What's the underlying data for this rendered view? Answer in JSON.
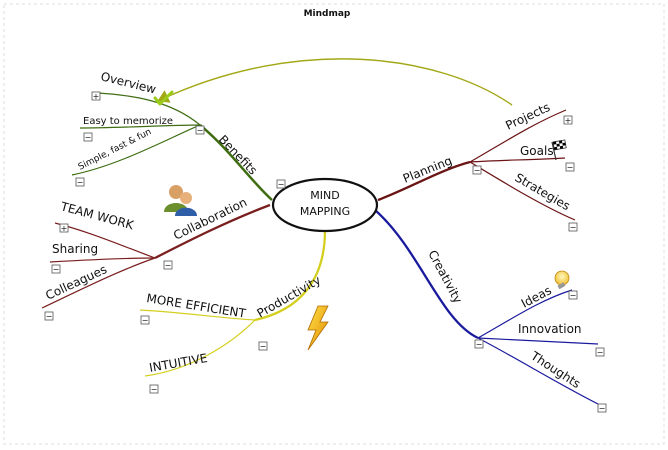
{
  "title": "Mindmap",
  "central": {
    "line1": "MIND",
    "line2": "MAPPING",
    "toggle": "−"
  },
  "branches": {
    "benefits": {
      "label": "Benefits",
      "color": "#3f6e12",
      "toggle": "−",
      "children": [
        {
          "label": "Overview",
          "toggle": "+"
        },
        {
          "label": "Easy to memorize",
          "toggle": "−"
        },
        {
          "label": "Simple, fast & fun",
          "toggle": "−"
        }
      ]
    },
    "collaboration": {
      "label": "Collaboration",
      "color": "#7a1e1e",
      "toggle": "−",
      "children": [
        {
          "label": "TEAM WORK",
          "toggle": "+"
        },
        {
          "label": "Sharing",
          "toggle": "−"
        },
        {
          "label": "Colleagues",
          "toggle": "−"
        }
      ]
    },
    "productivity": {
      "label": "Productivity",
      "color": "#d4cf1e",
      "toggle": "−",
      "children": [
        {
          "label": "MORE EFFICIENT",
          "toggle": "−"
        },
        {
          "label": "INTUITIVE",
          "toggle": "−"
        }
      ]
    },
    "planning": {
      "label": "Planning",
      "color": "#6b1414",
      "toggle": "−",
      "children": [
        {
          "label": "Projects",
          "toggle": "+"
        },
        {
          "label": "Goals",
          "toggle": "−"
        },
        {
          "label": "Strategies",
          "toggle": "−"
        }
      ]
    },
    "creativity": {
      "label": "Creativity",
      "color": "#1a1a9e",
      "toggle": "−",
      "children": [
        {
          "label": "Ideas",
          "toggle": "−"
        },
        {
          "label": "Innovation",
          "toggle": "−"
        },
        {
          "label": "Thoughts",
          "toggle": "−"
        }
      ]
    }
  },
  "icons": {
    "overview_check": "checkmark-icon",
    "goals_flag": "checkered-flag-icon",
    "ideas_bulb": "lightbulb-icon",
    "collaboration_people": "people-icon",
    "productivity_bolt": "lightning-icon"
  },
  "arrow_color": "#a3a817"
}
